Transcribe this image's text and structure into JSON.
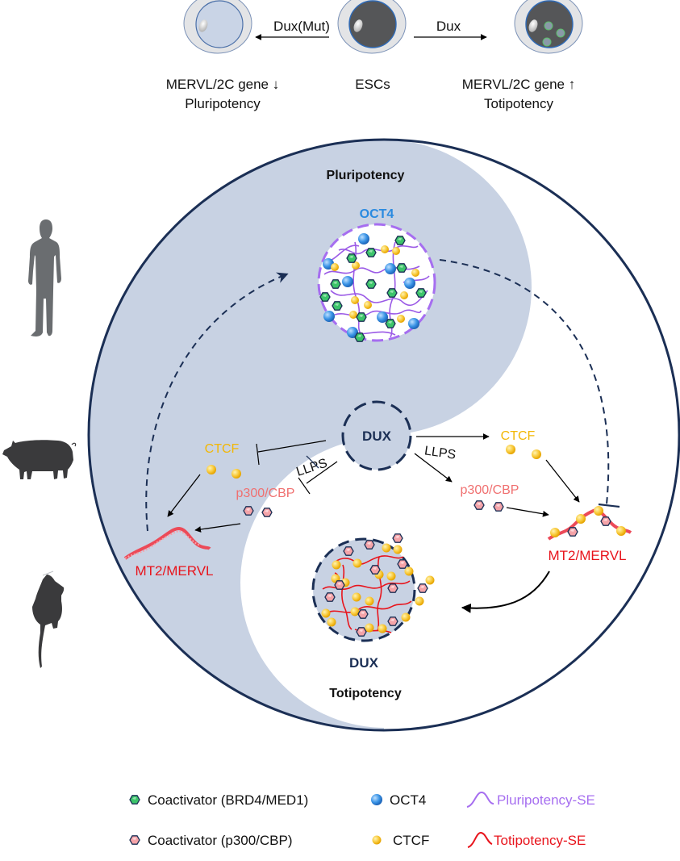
{
  "top_panel": {
    "left_cell": {
      "caption_line1": "MERVL/2C gene ↓",
      "caption_line2": "Pluripotency"
    },
    "center_cell": {
      "caption": "ESCs"
    },
    "right_cell": {
      "caption_line1": "MERVL/2C gene ↑",
      "caption_line2": "Totipotency"
    },
    "left_arrow_label": "Dux(Mut)",
    "right_arrow_label": "Dux"
  },
  "organisms": [
    "human-icon",
    "pig-icon",
    "mouse-icon"
  ],
  "main": {
    "upper_region_title": "Pluripotency",
    "lower_region_title": "Totipotency",
    "oct4_label": "OCT4",
    "center_condensate_label": "DUX",
    "lower_condensate_label": "DUX",
    "left": {
      "ctcf_label": "CTCF",
      "p300_label": "p300/CBP",
      "llps_label": "LLPS",
      "target_label": "MT2/MERVL"
    },
    "right": {
      "ctcf_label": "CTCF",
      "p300_label": "p300/CBP",
      "llps_label": "LLPS",
      "target_label": "MT2/MERVL"
    }
  },
  "legend": {
    "items": [
      {
        "label": "Coactivator (BRD4/MED1)",
        "symbol": "green-hexagon"
      },
      {
        "label": "OCT4",
        "symbol": "blue-sphere"
      },
      {
        "label": "Pluripotency-SE",
        "symbol": "purple-peak"
      },
      {
        "label": "Coactivator (p300/CBP)",
        "symbol": "pink-hexagon"
      },
      {
        "label": "CTCF",
        "symbol": "yellow-sphere"
      },
      {
        "label": "Totipotency-SE",
        "symbol": "red-peak"
      }
    ]
  },
  "colors": {
    "navy": "#1b2f55",
    "region_blue": "#c8d2e3",
    "oct4_blue": "#2a8ae0",
    "ctcf_yellow": "#f2b705",
    "p300_pink": "#f07070",
    "mervl_red": "#e8141c",
    "pluri_purple": "#a66ef0",
    "toti_red": "#e8141c"
  }
}
